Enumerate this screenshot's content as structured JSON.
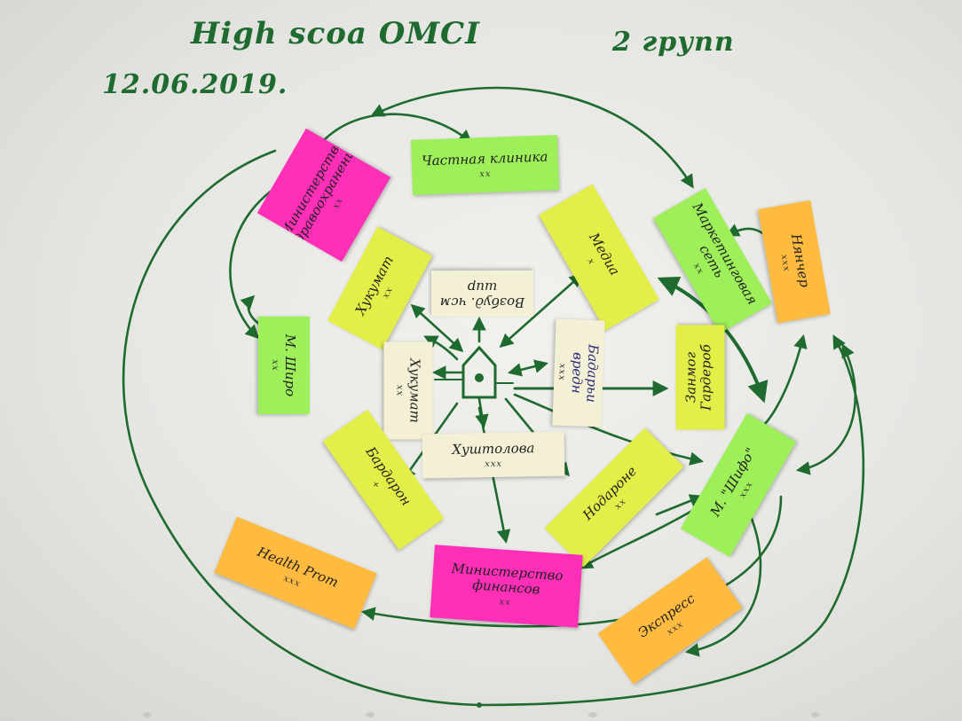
{
  "header": {
    "title": "High scoa   OMCI",
    "group": "2 групп",
    "date": "12.06.2019."
  },
  "center_icon": "house-icon",
  "notes": {
    "ministry_health": {
      "label": "Министерство здравоохранения",
      "mark": "xx"
    },
    "private_clinic": {
      "label": "Частная клиника",
      "mark": "xx"
    },
    "khukumat_lime": {
      "label": "Хукумат",
      "mark": "xx"
    },
    "media": {
      "label": "Медиа",
      "mark": "x"
    },
    "marketing_network": {
      "label": "Маркетинговая сеть",
      "mark": "xx"
    },
    "nurse": {
      "label": "Нянчер",
      "mark": "xxx"
    },
    "m_shiro": {
      "label": "М. Широ",
      "mark": "xx"
    },
    "chasm_center": {
      "label": "Возбуд. чсм шир",
      "mark": ""
    },
    "khukumat_cream": {
      "label": "Хукумат",
      "mark": "xx"
    },
    "badyan_center": {
      "label": "Бадарьи вредн",
      "mark": "xxx"
    },
    "zanmon_pharm": {
      "label": "Занмог Гардероб",
      "mark": ""
    },
    "bardaron": {
      "label": "Бардарон",
      "mark": "+"
    },
    "family_center": {
      "label": "Хуштолова",
      "mark": "xxx"
    },
    "hospital": {
      "label": "Нодароне",
      "mark": "xx"
    },
    "m_shifo": {
      "label": "М. \"Шифо\"",
      "mark": "xxx"
    },
    "health_prom": {
      "label": "Health Prom",
      "mark": "xxx"
    },
    "ministry_finance": {
      "label": "Министерство финансов",
      "mark": "xx"
    },
    "express_pharm": {
      "label": "Экспресс",
      "mark": "xxx"
    }
  }
}
